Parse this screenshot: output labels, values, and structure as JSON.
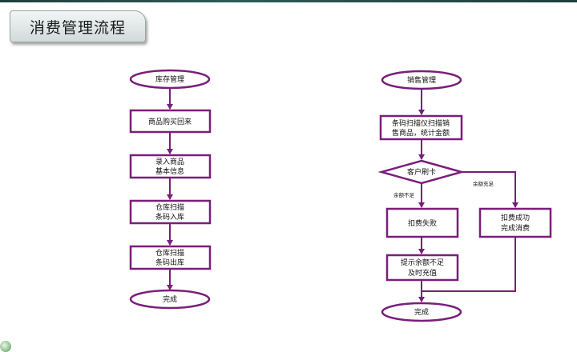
{
  "title": "消费管理流程",
  "colors": {
    "stroke": "#7a1e7a",
    "tab_bg": "#dfe5e5",
    "top_rule": "#1f3f3c"
  },
  "left_flow": {
    "start": "库存管理",
    "step1": "商品购买回来",
    "step2": [
      "录入商品",
      "基本信息"
    ],
    "step3": [
      "仓库扫描",
      "条码入库"
    ],
    "step4": [
      "仓库扫描",
      "条码出库"
    ],
    "end": "完成"
  },
  "right_flow": {
    "start": "销售管理",
    "step1": [
      "条码扫描仪扫描销",
      "售商品，统计金额"
    ],
    "decision": "客户刷卡",
    "label_insufficient": "余额不足",
    "label_sufficient": "余额充足",
    "fail": "扣费失败",
    "success": [
      "扣费成功",
      "完成消费"
    ],
    "notify": [
      "提示余额不足",
      "及时充值"
    ],
    "end": "完成"
  },
  "corner_icon": "green-circle-icon"
}
